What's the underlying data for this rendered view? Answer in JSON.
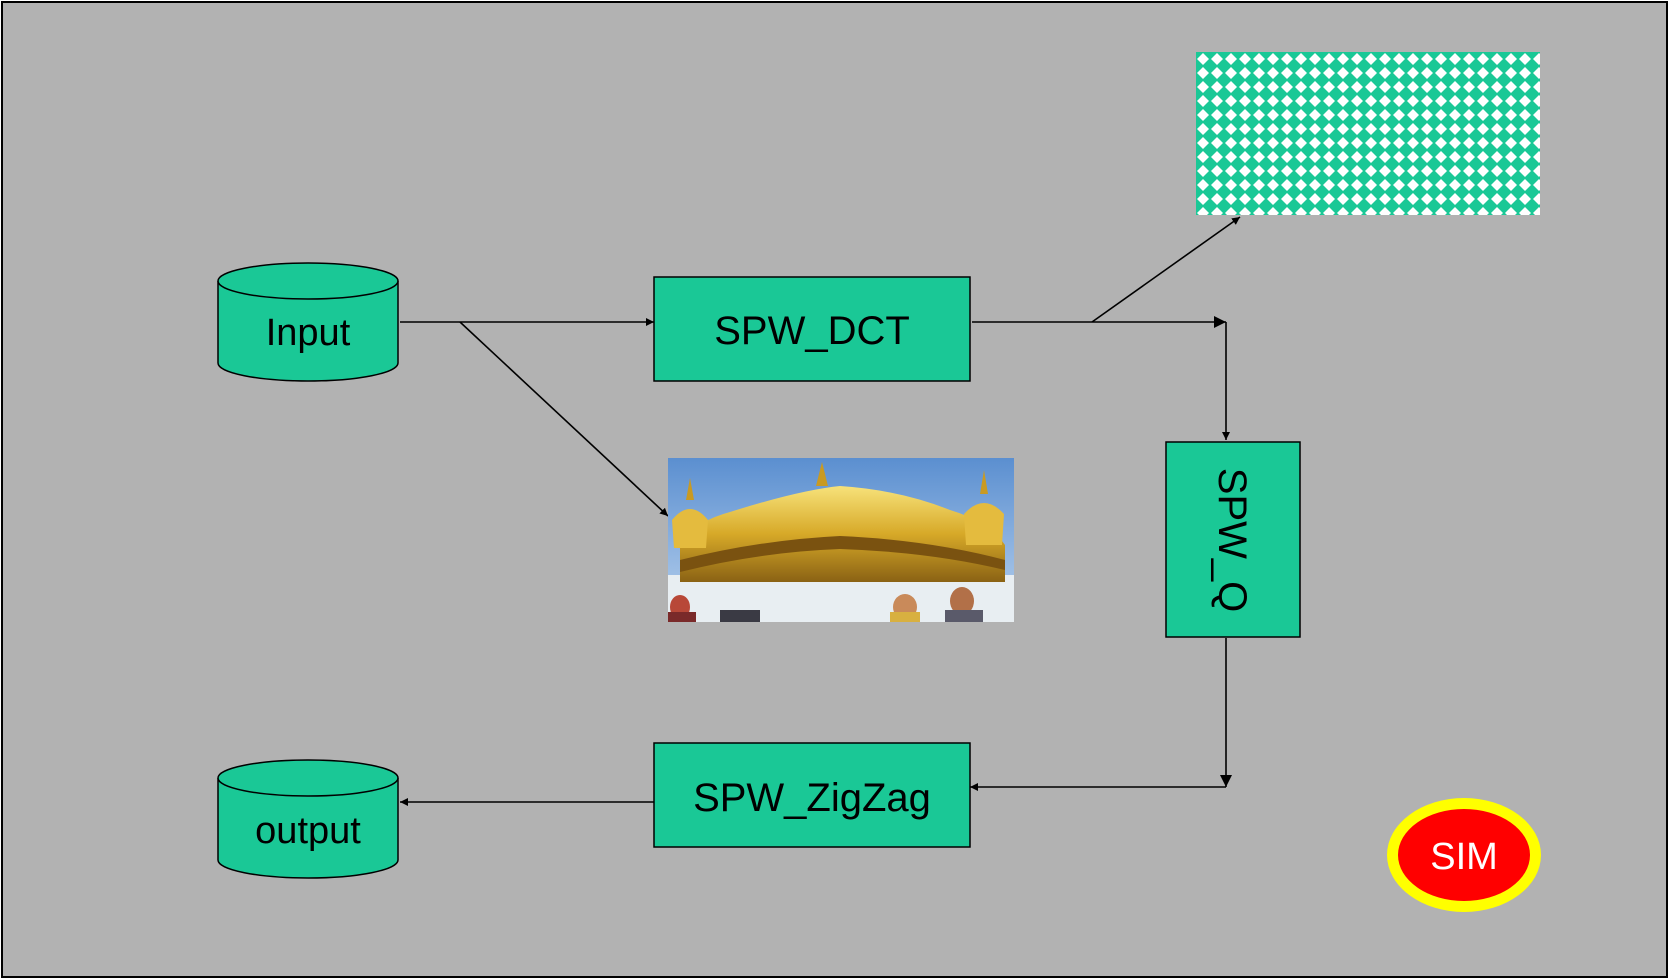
{
  "colors": {
    "background": "#b2b2b2",
    "process_fill": "#1ac896",
    "stroke": "#000000",
    "badge_fill": "#ff0000",
    "badge_ring": "#ffff00",
    "badge_text": "#ffffff"
  },
  "nodes": {
    "input": {
      "label": "Input",
      "shape": "cylinder"
    },
    "dct": {
      "label": "SPW_DCT",
      "shape": "rectangle"
    },
    "quant": {
      "label": "SPW_Q",
      "shape": "rectangle",
      "text_orientation": "rotated-90"
    },
    "zigzag": {
      "label": "SPW_ZigZag",
      "shape": "rectangle"
    },
    "output": {
      "label": "output",
      "shape": "cylinder"
    }
  },
  "images": {
    "dct_pattern": {
      "depicts": "green and white diamond checker pattern"
    },
    "input_photo": {
      "depicts": "photo of a golden domed temple with people in front"
    }
  },
  "badge": {
    "label": "SIM"
  },
  "edges": [
    {
      "from": "input",
      "to": "dct"
    },
    {
      "from": "input",
      "to": "input_photo"
    },
    {
      "from": "dct",
      "to": "dct_pattern"
    },
    {
      "from": "dct",
      "to": "quant"
    },
    {
      "from": "quant",
      "to": "zigzag"
    },
    {
      "from": "zigzag",
      "to": "output"
    }
  ]
}
